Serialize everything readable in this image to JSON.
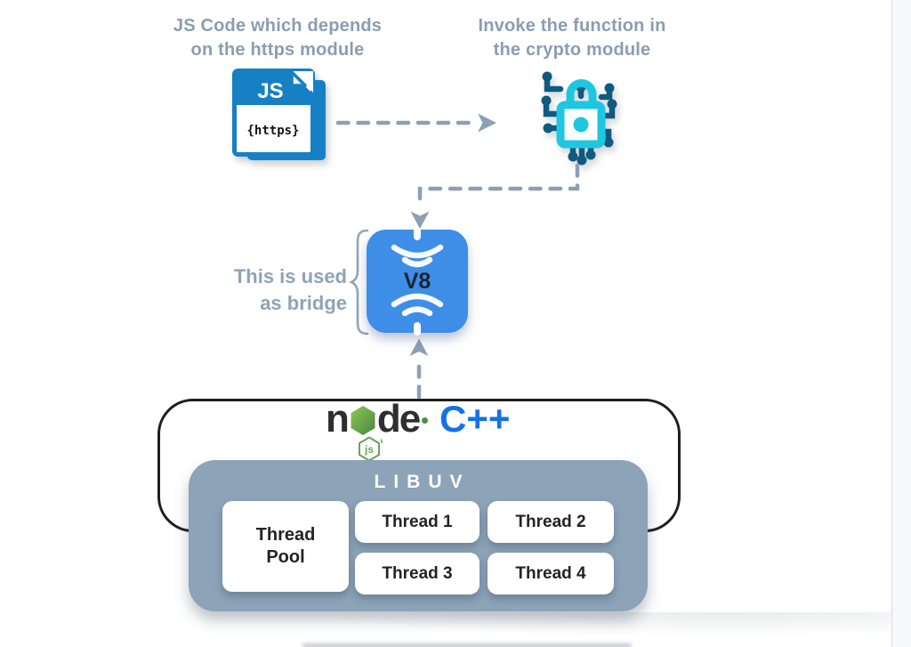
{
  "colors": {
    "slate_label": "#8A9DB2",
    "wire": "#8C9FB3",
    "js_file_blue": "#1780C4",
    "crypto_cyan": "#1EC7E0",
    "crypto_dark_blue": "#0F5A80",
    "v8_blue": "#3E8EE8",
    "cpp_blue": "#1672E2",
    "libuv_gray_blue": "#8CA3B8",
    "node_green": "#5FA04E"
  },
  "headers": {
    "js": {
      "line1": "JS Code which depends",
      "line2": "on the https module"
    },
    "crypto": {
      "line1": "Invoke the function in",
      "line2": "the crypto module"
    }
  },
  "js_file": {
    "badge": "JS",
    "module": "{https}"
  },
  "v8": {
    "label": "V8"
  },
  "bridge_note": {
    "line1": "This is used",
    "line2": "as bridge"
  },
  "node_runtime": {
    "brand_prefix": "n",
    "brand_suffix": "de",
    "badge": "js",
    "language": "C++"
  },
  "libuv": {
    "title": "LIBUV",
    "thread_pool": {
      "line1": "Thread",
      "line2": "Pool"
    },
    "threads": [
      "Thread 1",
      "Thread 2",
      "Thread 3",
      "Thread 4"
    ]
  }
}
